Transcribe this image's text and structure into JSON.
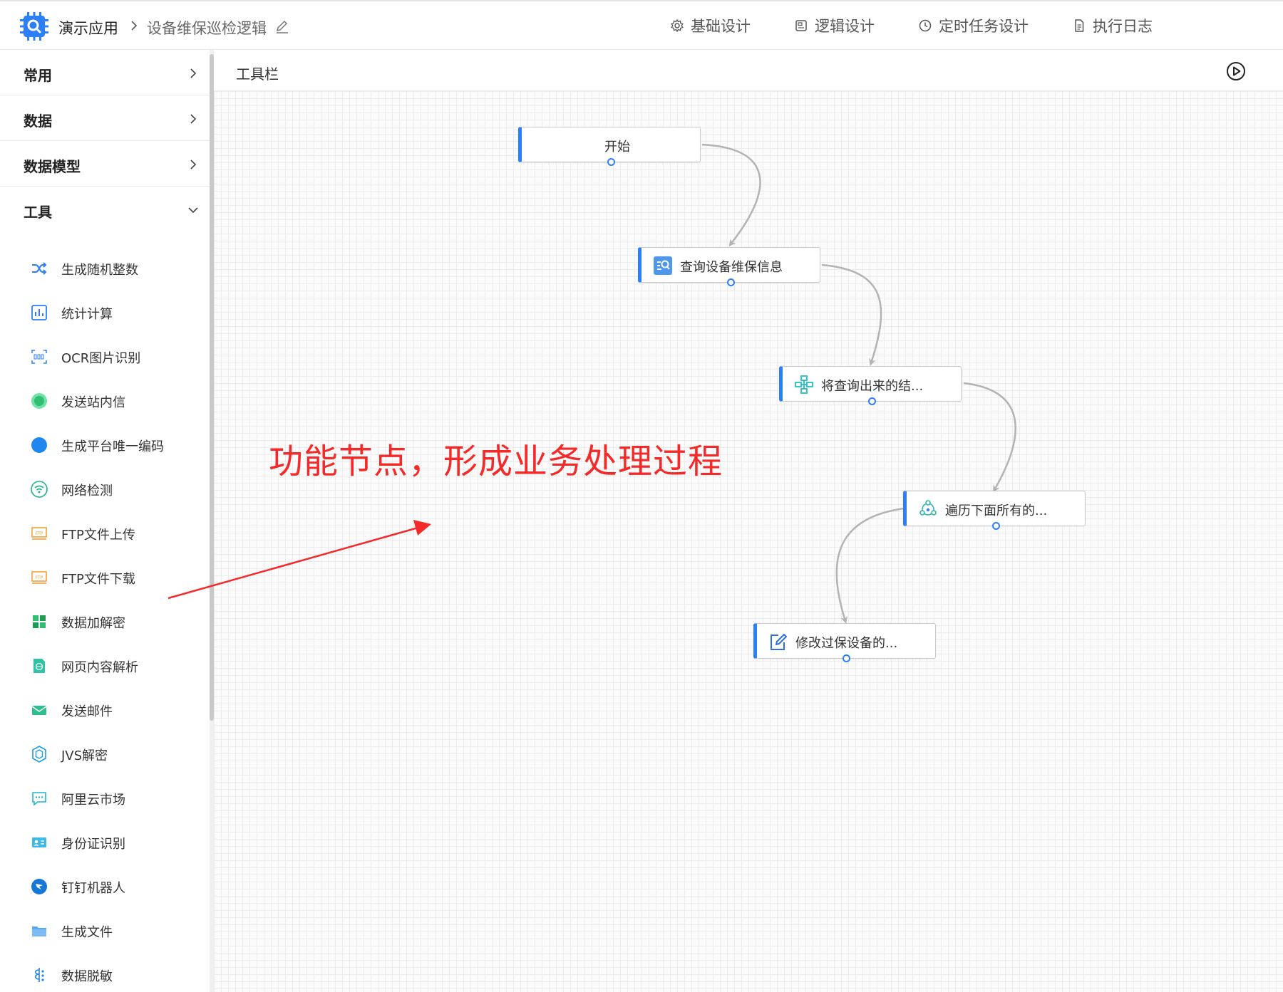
{
  "header": {
    "app_name": "演示应用",
    "page_name": "设备维保巡检逻辑",
    "tabs": [
      {
        "label": "基础设计",
        "icon": "gear-icon"
      },
      {
        "label": "逻辑设计",
        "icon": "logic-icon"
      },
      {
        "label": "定时任务设计",
        "icon": "clock-icon"
      },
      {
        "label": "执行日志",
        "icon": "document-icon"
      }
    ]
  },
  "sidebar": {
    "categories": [
      {
        "label": "常用",
        "expanded": false
      },
      {
        "label": "数据",
        "expanded": false
      },
      {
        "label": "数据模型",
        "expanded": false
      },
      {
        "label": "工具",
        "expanded": true
      }
    ],
    "tools": [
      {
        "label": "生成随机整数",
        "icon": "shuffle-icon"
      },
      {
        "label": "统计计算",
        "icon": "bar-chart-icon"
      },
      {
        "label": "OCR图片识别",
        "icon": "ocr-icon"
      },
      {
        "label": "发送站内信",
        "icon": "message-icon"
      },
      {
        "label": "生成平台唯一编码",
        "icon": "circle-icon"
      },
      {
        "label": "网络检测",
        "icon": "wifi-icon"
      },
      {
        "label": "FTP文件上传",
        "icon": "ftp-upload-icon"
      },
      {
        "label": "FTP文件下载",
        "icon": "ftp-download-icon"
      },
      {
        "label": "数据加解密",
        "icon": "shield-icon"
      },
      {
        "label": "网页内容解析",
        "icon": "web-page-icon"
      },
      {
        "label": "发送邮件",
        "icon": "mail-icon"
      },
      {
        "label": "JVS解密",
        "icon": "hexagon-icon"
      },
      {
        "label": "阿里云市场",
        "icon": "chat-icon"
      },
      {
        "label": "身份证识别",
        "icon": "id-card-icon"
      },
      {
        "label": "钉钉机器人",
        "icon": "dingtalk-icon"
      },
      {
        "label": "生成文件",
        "icon": "folder-icon"
      },
      {
        "label": "数据脱敏",
        "icon": "desensitize-icon"
      }
    ]
  },
  "canvas": {
    "toolbar_title": "工具栏",
    "nodes": [
      {
        "label": "开始",
        "icon": ""
      },
      {
        "label": "查询设备维保信息",
        "icon": "query-icon"
      },
      {
        "label": "将查询出来的结...",
        "icon": "flow-icon"
      },
      {
        "label": "遍历下面所有的...",
        "icon": "loop-icon"
      },
      {
        "label": "修改过保设备的...",
        "icon": "edit-icon"
      }
    ],
    "annotation": "功能节点，形成业务处理过程"
  },
  "colors": {
    "accent": "#2d7ff9",
    "annotation": "#f42a2a",
    "edge": "#b3b3b3"
  }
}
